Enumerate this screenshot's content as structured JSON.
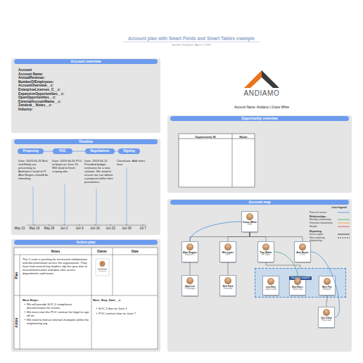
{
  "diagram": {
    "title": "Account plan with Smart Fields and Smart Tables example",
    "caption": "System Template | April 2, 2019",
    "nodes": [
      {
        "text": [
          "Account overview",
          "Account",
          "Account Name:",
          "AnnualRevenue:",
          "NumberOfEmployees:",
          "AccountOverview__c:",
          "EnterpriseLicenses_C__c:",
          "ExpansionOpportunities__c:",
          "OpenOpportunities__c:",
          "ExternalAccountName__c:",
          "Zendesk__Notes__c:",
          "Industry:"
        ]
      },
      {
        "text": [
          "Opportunity overview"
        ]
      },
      {
        "text": [
          "Timeline"
        ]
      },
      {
        "text": [
          "Proposing"
        ],
        "in": 2
      },
      {
        "text": [
          "POC"
        ],
        "in": 2
      },
      {
        "text": [
          "Negotiations"
        ],
        "in": 2
      },
      {
        "text": [
          "Signing"
        ],
        "in": 2
      },
      {
        "text": [
          "Action plan"
        ]
      },
      {
        "text": [
          "Account map"
        ]
      },
      {
        "text": [
          "Grace White",
          "CEO"
        ],
        "in": 8
      },
      {
        "text": [
          "Alan Rogers",
          "Head of IT"
        ],
        "in": 8
      },
      {
        "text": [
          "Mia Lopez",
          "CFO"
        ],
        "in": 8
      },
      {
        "text": [
          "Tom Baker",
          "VP Sales"
        ],
        "in": 8
      },
      {
        "text": [
          "Ana Reyes",
          "COO"
        ],
        "in": 8
      },
      {
        "text": [
          "Sam Lee",
          "IT Manager"
        ],
        "in": 8
      },
      {
        "text": [
          "Kim Park",
          "Controller"
        ],
        "in": 8
      },
      {
        "text": [
          "Decision makers"
        ],
        "in": 8
      },
      {
        "text": [
          "Leo Hart",
          "Sales Lead"
        ],
        "in": 16
      },
      {
        "text": [
          "Eva Ross",
          "Sales Ops"
        ],
        "in": 16
      },
      {
        "text": [
          "Ben Fox",
          "Engineer"
        ],
        "in": 16
      },
      {
        "text": [
          "Zoe Chan",
          "Eng Lead"
        ],
        "in": 8
      }
    ],
    "edges": [
      {
        "from": 3,
        "to": 4,
        "arrow": "none"
      },
      {
        "from": 4,
        "to": 5,
        "arrow": "none"
      },
      {
        "from": 5,
        "to": 6,
        "arrow": "none"
      },
      {
        "from": 9,
        "to": 10,
        "arrow": "none"
      },
      {
        "from": 9,
        "to": 11,
        "arrow": "none"
      },
      {
        "from": 9,
        "to": 12,
        "arrow": "none"
      },
      {
        "from": 9,
        "to": 13,
        "arrow": "none"
      },
      {
        "from": 10,
        "to": 14,
        "arrow": "none"
      },
      {
        "from": 11,
        "to": 15,
        "arrow": "none"
      },
      {
        "from": 12,
        "to": 16,
        "arrow": "none"
      },
      {
        "from": 19,
        "to": 20,
        "arrow": "none"
      },
      {
        "from": 9,
        "to": 10,
        "arrow": "none"
      },
      {
        "from": 13,
        "to": 20,
        "arrow": "none"
      },
      {
        "from": 12,
        "to": 18,
        "arrow": "none"
      }
    ],
    "labels": [
      "ANDIAMO",
      "Account Name: Andiamo | Grace White",
      "Opportunity ID",
      "Name",
      "Date: 2019-05-25 Nick and Emily are presenting to Andiamo's head of IT. Alan Rogers should be attending.",
      "Date: 2019-06-05 POC to begin on June 15. Will need to finish scoping doc.",
      "Date: 2019-06-12 Provided budget estimates for a new solution. We need to ensure we can deliver a proposal within their parameters.",
      "CloseDate: Add notes here",
      "May 13",
      "May 19",
      "May 26",
      "Jun 2",
      "Jun 9",
      "Jun 16",
      "Jun 23",
      "Jun 30",
      "Jul 7",
      "Notes",
      "Owner",
      "Date",
      "Plan",
      "The C-suite is pushing for increased collaboration and documentation across the organization. They have had several key leaders slip this year due to miscommunication and data silos across departments and teams.",
      "Action",
      "Next Steps:",
      "We will provide SOC-2 compliance documentation for review.",
      "We must start the POC contract for legal to sign off on.",
      "We need to find an internal champion within the engineering org.",
      "Next_Step_Date__c:",
      "SOC-2 due on June 1",
      "POC contract due on June 7",
      "Line legend",
      "Relationships:",
      "Reporting:"
    ],
    "legend": [
      {
        "text": "Point of contact"
      },
      {
        "text": "Healthy relationship"
      },
      {
        "text": "Potential relationship"
      },
      {
        "text": "Hostile"
      },
      {
        "text": "Direct report"
      },
      {
        "text": "Non-reporting relationship"
      }
    ]
  }
}
